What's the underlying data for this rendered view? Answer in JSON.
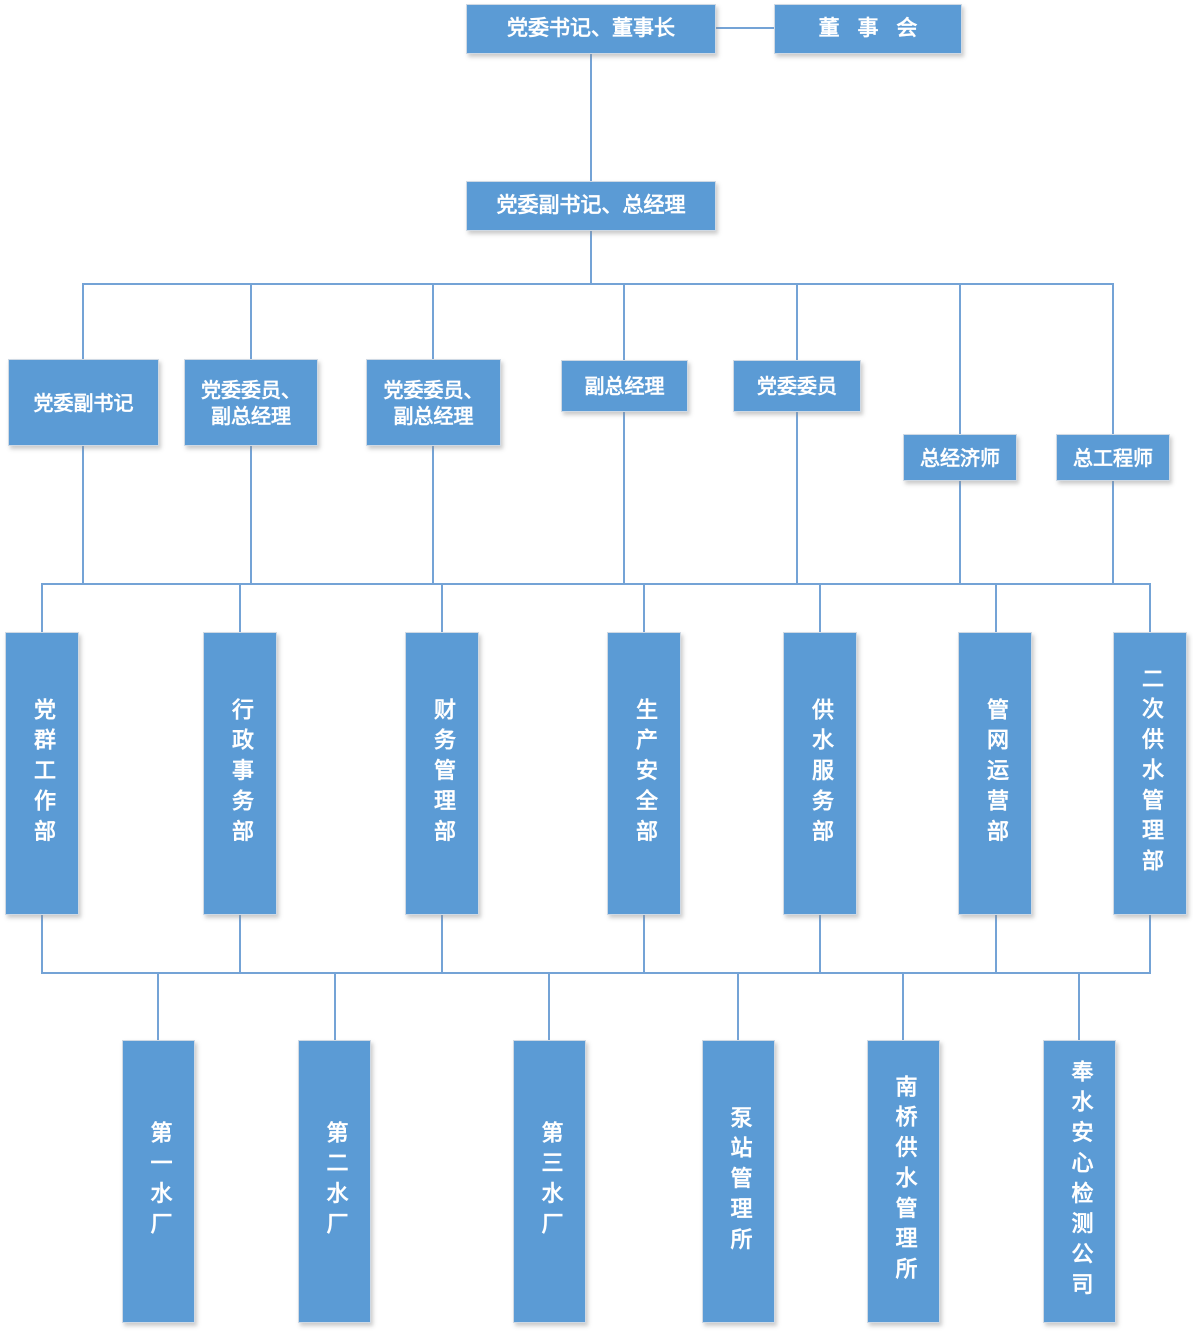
{
  "colors": {
    "box_fill": "#5B9BD5",
    "box_border": "#cfd9e4",
    "connector": "#74A3D6",
    "text": "#FFFFFF"
  },
  "org": {
    "top": {
      "chairman": "党委书记、董事长",
      "board": "董事会"
    },
    "general_manager": "党委副书记、总经理",
    "leaders": [
      "党委副书记",
      "党委委员、\n副总经理",
      "党委委员、\n副总经理",
      "副总经理",
      "党委委员",
      "总经济师",
      "总工程师"
    ],
    "departments": [
      "党群工作部",
      "行政事务部",
      "财务管理部",
      "生产安全部",
      "供水服务部",
      "管网运营部",
      "二次供水管理部"
    ],
    "subsidiaries": [
      "第一水厂",
      "第二水厂",
      "第三水厂",
      "泵站管理所",
      "南桥供水管理所",
      "奉水安心检测公司"
    ]
  }
}
